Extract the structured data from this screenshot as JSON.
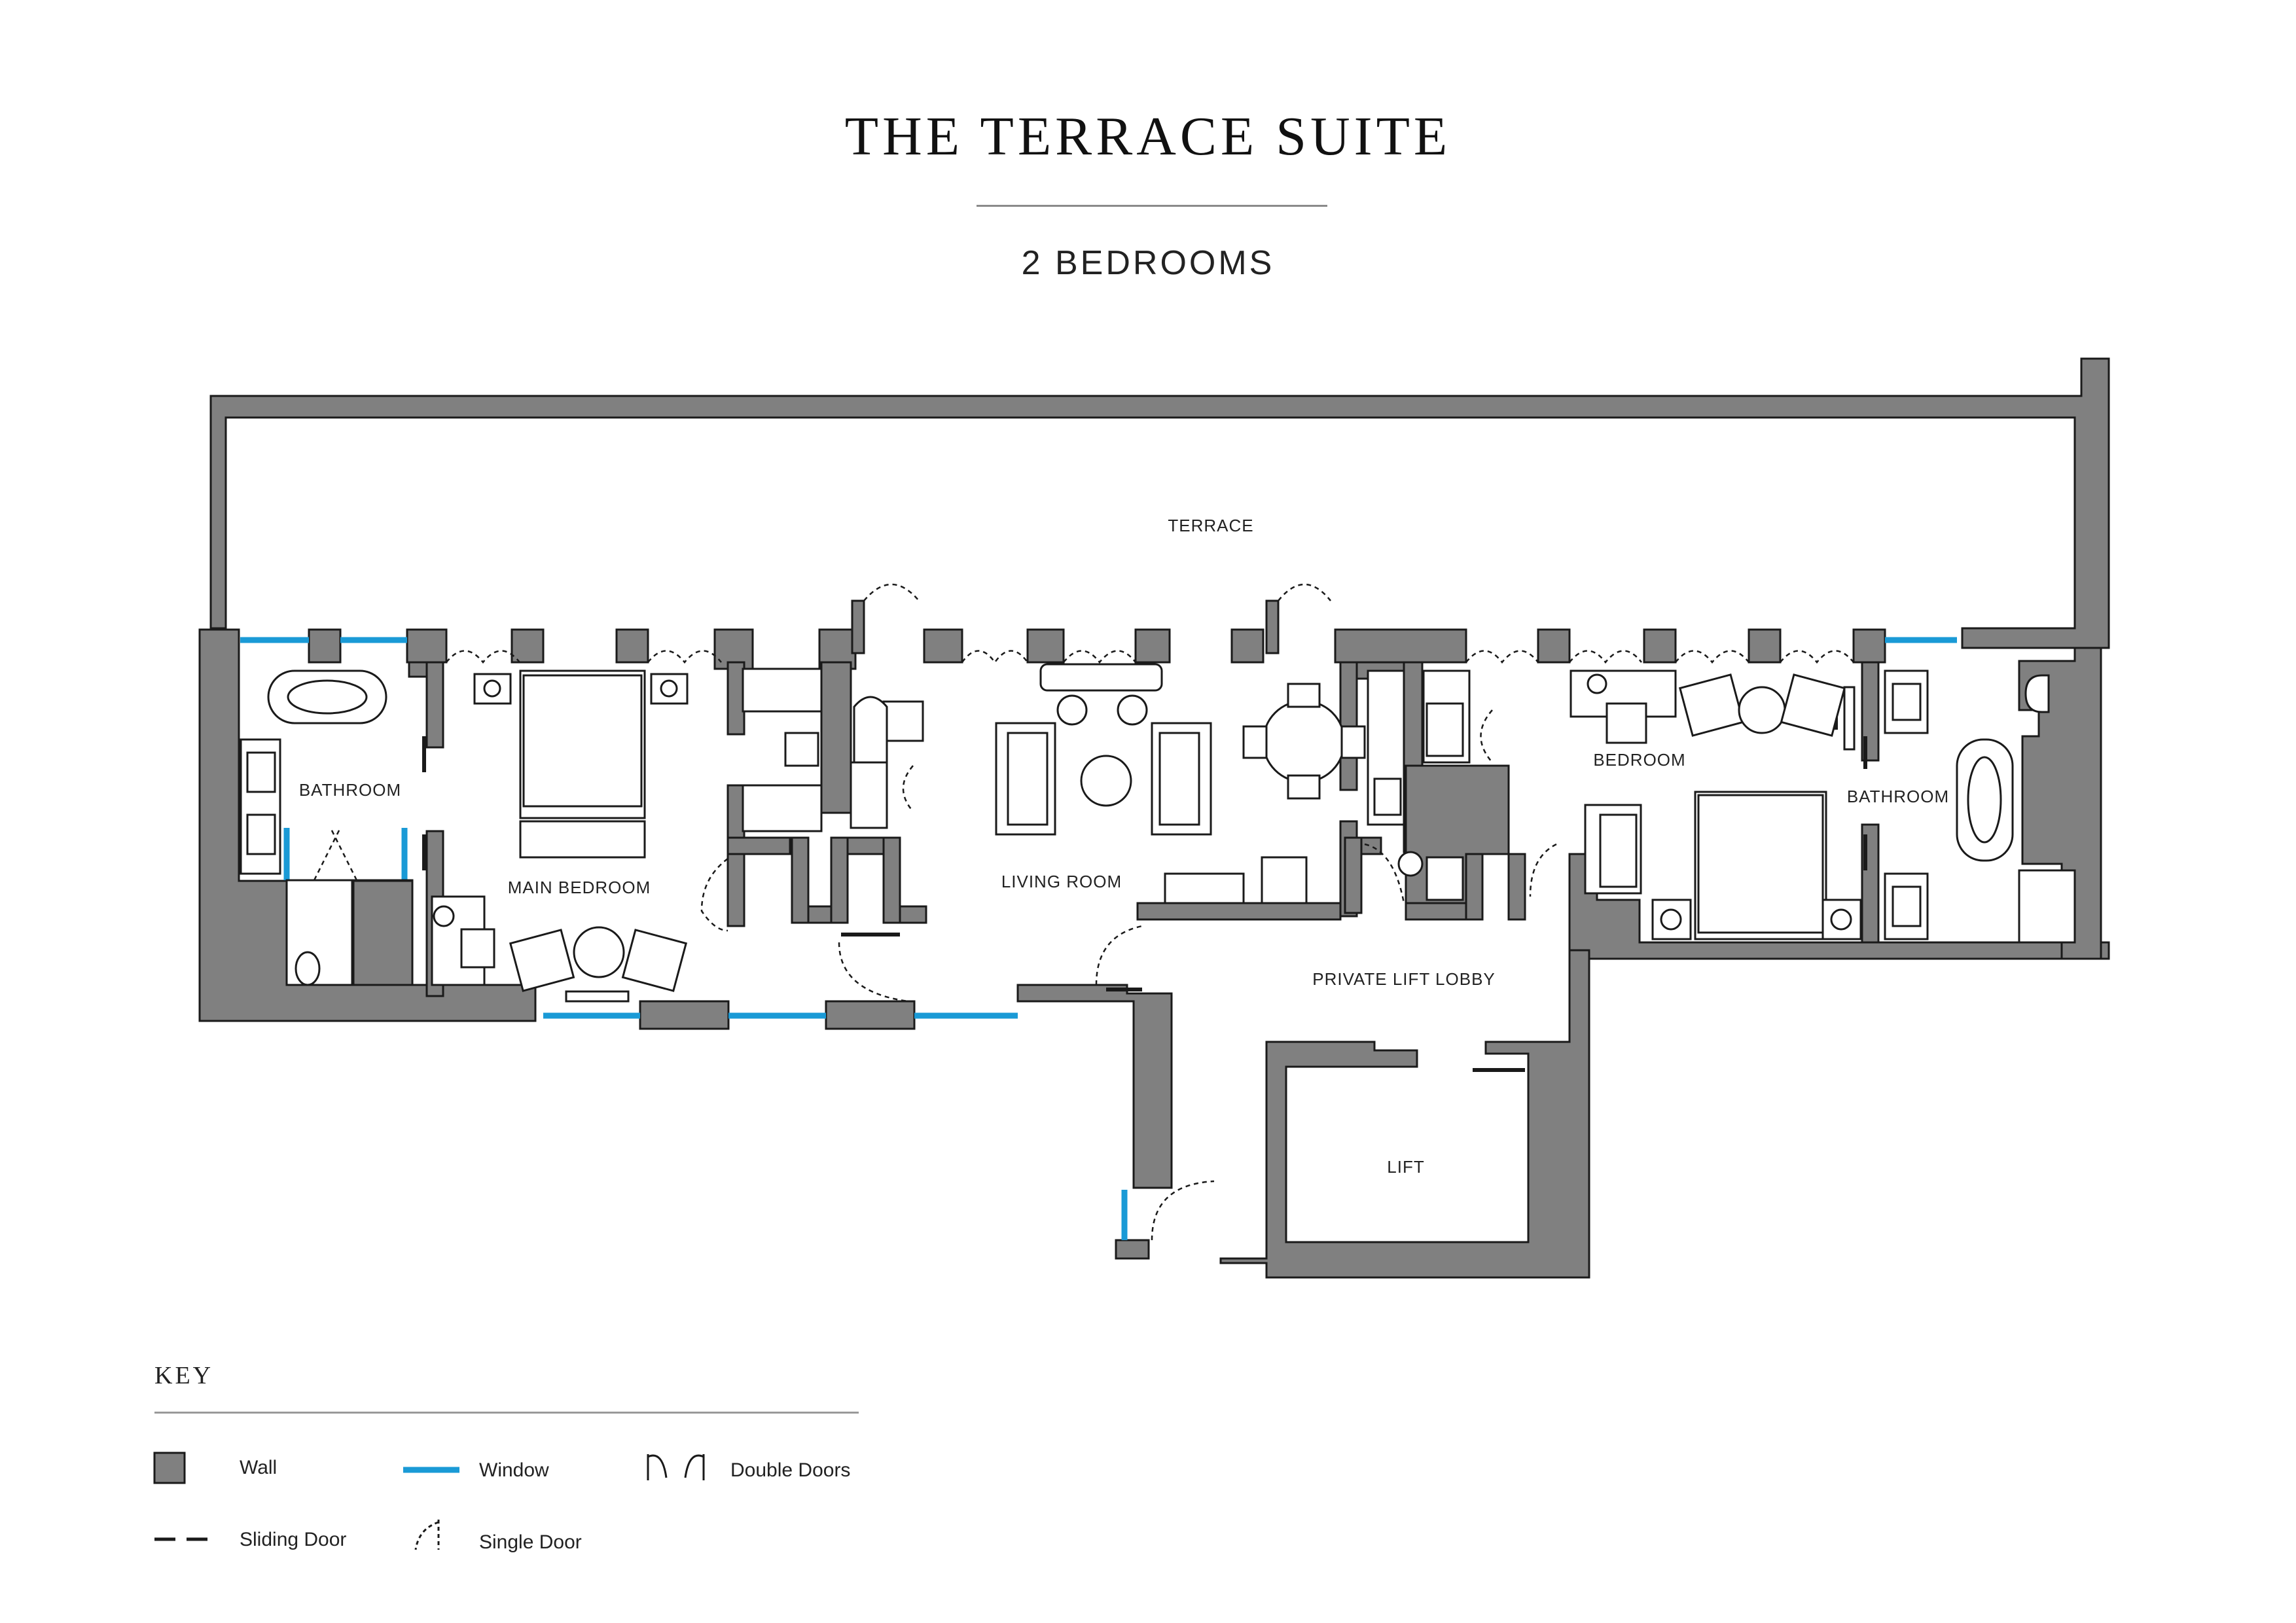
{
  "header": {
    "title": "THE TERRACE SUITE",
    "subtitle": "2 BEDROOMS"
  },
  "rooms": {
    "terrace": "TERRACE",
    "bathroom_left": "BATHROOM",
    "main_bedroom": "MAIN BEDROOM",
    "living_room": "LIVING ROOM",
    "bedroom": "BEDROOM",
    "bathroom_right": "BATHROOM",
    "private_lift_lobby": "PRIVATE LIFT LOBBY",
    "lift": "LIFT"
  },
  "key": {
    "title": "KEY",
    "items": {
      "wall": "Wall",
      "window": "Window",
      "double_doors": "Double Doors",
      "sliding_door": "Sliding Door",
      "single_door": "Single Door"
    }
  },
  "colors": {
    "wall": "#808080",
    "window": "#1a9ad6",
    "outline": "#1a1a1a"
  }
}
